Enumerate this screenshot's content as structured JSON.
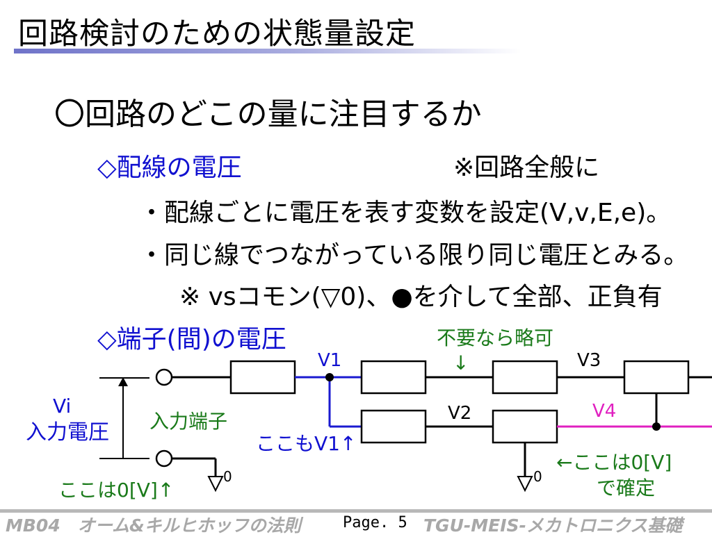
{
  "slide": {
    "title": "回路検討のための状態量設定",
    "heading": "〇回路のどこの量に注目するか",
    "section1": {
      "label": "◇配線の電圧",
      "note": "※回路全般に",
      "bullet1": "・配線ごとに電圧を表す変数を設定(V,v,E,e)。",
      "bullet2": "・同じ線でつながっている限り同じ電圧とみる。",
      "remark": "※  vsコモン(▽0)、●を介して全部、正負有"
    },
    "section2": {
      "label": "◇端子(間)の電圧"
    }
  },
  "circuit": {
    "vi_label": "Vi",
    "vi_caption": "入力電圧",
    "input_terminal": "入力端子",
    "zero_note_left": "ここは0[V]↑",
    "v1_label": "V1",
    "v1_also": "ここもV1↑",
    "omit_note": "不要なら略可",
    "omit_arrow": "↓",
    "v2_label": "V2",
    "v3_label": "V3",
    "v4_label": "V4",
    "zero_note_right_1": "←ここは0[V]",
    "zero_note_right_2": "で確定",
    "ground_label_left": "0",
    "ground_label_right": "0",
    "colors": {
      "v1_wire": "#1a1ad0",
      "v4_wire": "#e020c0",
      "note_green": "#1a7a1a"
    }
  },
  "footer": {
    "left": "MB04　オーム&キルヒホッフの法則",
    "page": "Page. 5",
    "right": "TGU-MEIS-メカトロニクス基礎"
  }
}
